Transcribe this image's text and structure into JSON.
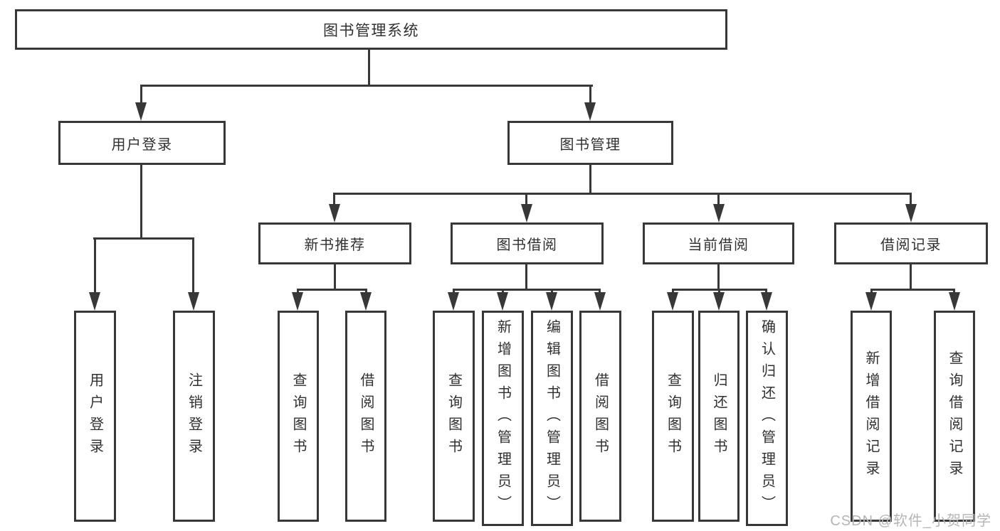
{
  "diagram": {
    "type": "hierarchy-tree",
    "watermark": "CSDN @软件_小贺同学",
    "colors": {
      "line": "#383838",
      "box_border": "#383838",
      "box_background": "#ffffff",
      "text": "#303030",
      "watermark_text": "#b5b5b5",
      "page_background": "#ffffff"
    },
    "tree": {
      "label": "图书管理系统",
      "children": [
        {
          "label": "用户登录",
          "children": [
            {
              "label": "用户登录"
            },
            {
              "label": "注销登录"
            }
          ]
        },
        {
          "label": "图书管理",
          "children": [
            {
              "label": "新书推荐",
              "children": [
                {
                  "label": "查询图书"
                },
                {
                  "label": "借阅图书"
                }
              ]
            },
            {
              "label": "图书借阅",
              "children": [
                {
                  "label": "查询图书"
                },
                {
                  "label": "新增图书（管理员）"
                },
                {
                  "label": "编辑图书（管理员）"
                },
                {
                  "label": "借阅图书"
                }
              ]
            },
            {
              "label": "当前借阅",
              "children": [
                {
                  "label": "查询图书"
                },
                {
                  "label": "归还图书"
                },
                {
                  "label": "确认归还（管理员）"
                }
              ]
            },
            {
              "label": "借阅记录",
              "children": [
                {
                  "label": "新增借阅记录"
                },
                {
                  "label": "查询借阅记录"
                }
              ]
            }
          ]
        }
      ]
    }
  }
}
